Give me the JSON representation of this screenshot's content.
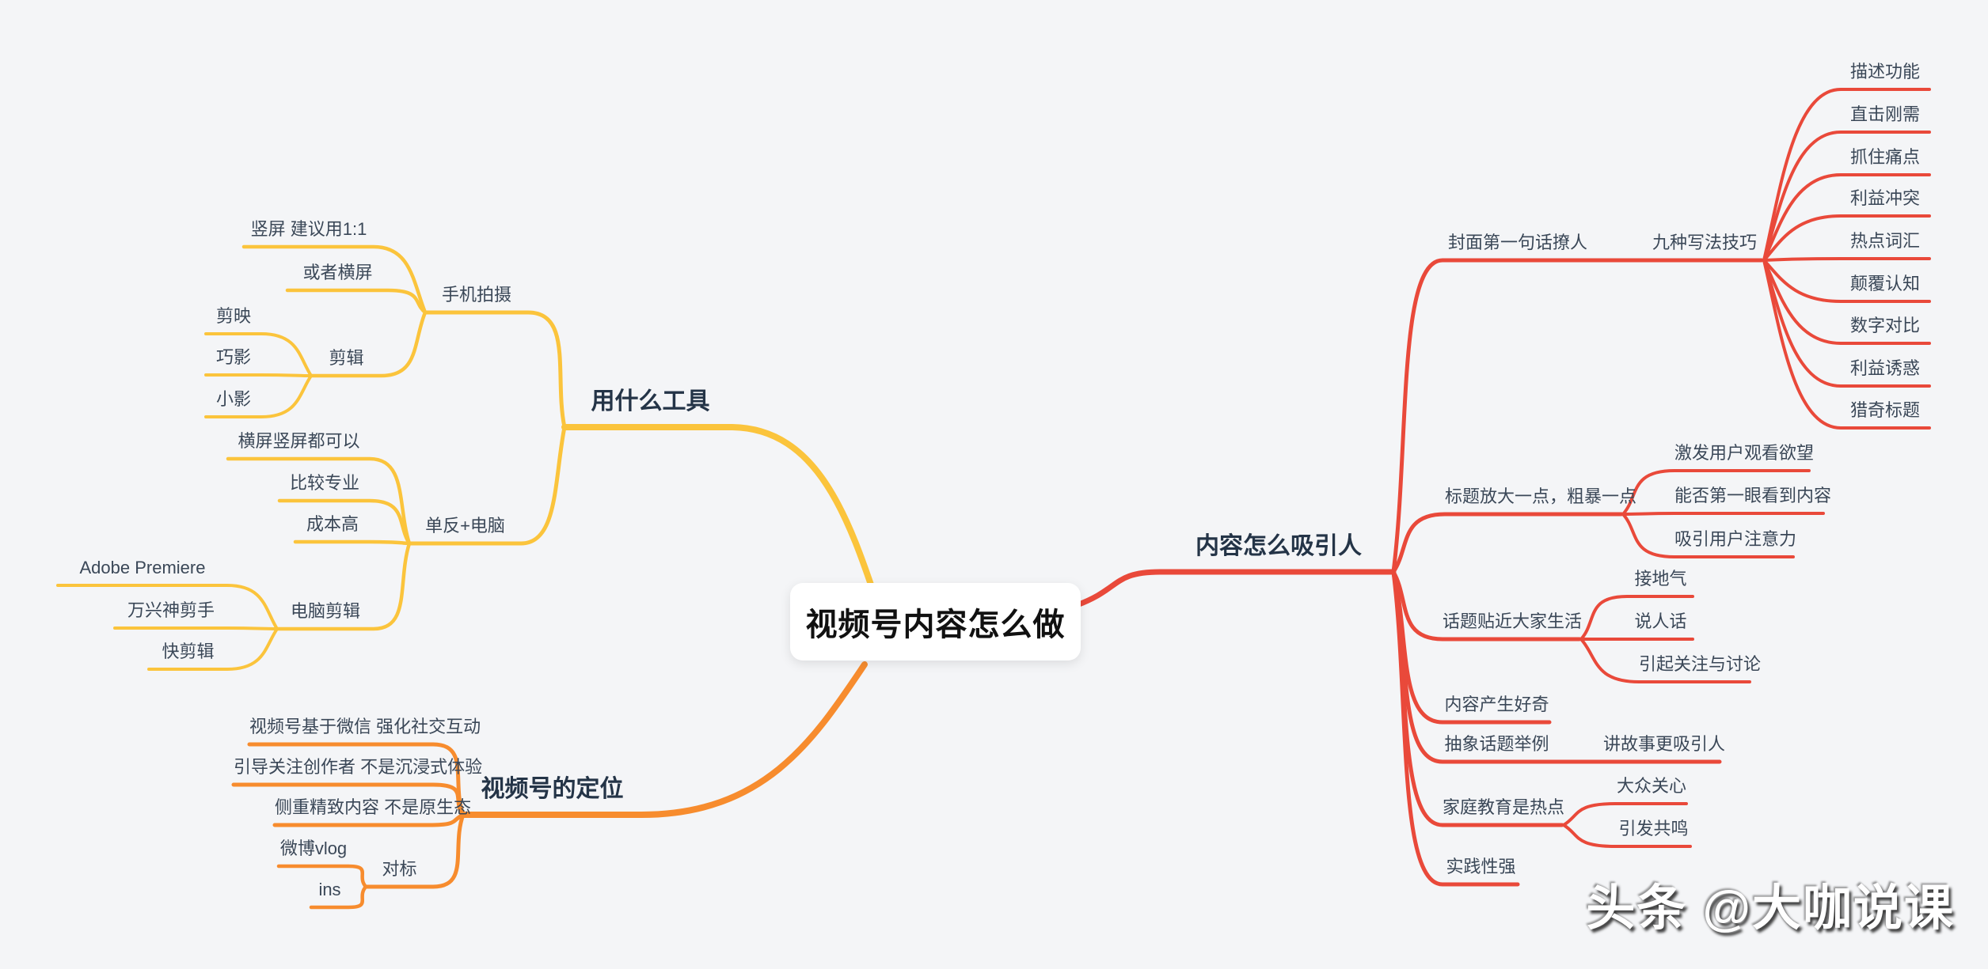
{
  "colors": {
    "background": "#f4f5f7",
    "branch_yellow": "#fbc43c",
    "branch_orange": "#f78c2e",
    "branch_red": "#e9493a",
    "node_text": "#3a4757",
    "main_text": "#243447",
    "central_bg": "#ffffff",
    "central_text": "#111111"
  },
  "central": "视频号内容怎么做",
  "watermark": "头条 @大咖说课",
  "nodes": {
    "tools": "用什么工具",
    "phone": "手机拍摄",
    "vertical": "竖屏 建议用1:1",
    "horizontal": "或者横屏",
    "edit": "剪辑",
    "jianying": "剪映",
    "qiaoying": "巧影",
    "xiaoying": "小影",
    "dslr": "单反+电脑",
    "both": "横屏竖屏都可以",
    "pro": "比较专业",
    "cost": "成本高",
    "pcedit": "电脑剪辑",
    "premiere": "Adobe Premiere",
    "wanxing": "万兴神剪手",
    "kuai": "快剪辑",
    "positioning": "视频号的定位",
    "wechat": "视频号基于微信 强化社交互动",
    "creator": "引导关注创作者 不是沉浸式体验",
    "refined": "侧重精致内容 不是原生态",
    "benchmark": "对标",
    "weibo": "微博vlog",
    "ins": "ins",
    "attract": "内容怎么吸引人",
    "cover": "封面第一句话撩人",
    "nine": "九种写法技巧",
    "n1": "描述功能",
    "n2": "直击刚需",
    "n3": "抓住痛点",
    "n4": "利益冲突",
    "n5": "热点词汇",
    "n6": "颠覆认知",
    "n7": "数字对比",
    "n8": "利益诱惑",
    "n9": "猎奇标题",
    "title_big": "标题放大一点，粗暴一点",
    "desire": "激发用户观看欲望",
    "first_glance": "能否第一眼看到内容",
    "attention": "吸引用户注意力",
    "life": "话题贴近大家生活",
    "grounded": "接地气",
    "human": "说人话",
    "discuss": "引起关注与讨论",
    "curiosity": "内容产生好奇",
    "abstract": "抽象话题举例",
    "story": "讲故事更吸引人",
    "family": "家庭教育是热点",
    "public": "大众关心",
    "resonate": "引发共鸣",
    "practical": "实践性强"
  },
  "hierarchy": {
    "central": [
      "tools",
      "positioning",
      "attract"
    ],
    "tools": [
      "phone",
      "dslr"
    ],
    "phone": [
      "vertical",
      "horizontal",
      "edit"
    ],
    "edit": [
      "jianying",
      "qiaoying",
      "xiaoying"
    ],
    "dslr": [
      "both",
      "pro",
      "cost",
      "pcedit"
    ],
    "pcedit": [
      "premiere",
      "wanxing",
      "kuai"
    ],
    "positioning": [
      "wechat",
      "creator",
      "refined",
      "benchmark"
    ],
    "benchmark": [
      "weibo",
      "ins"
    ],
    "attract": [
      "cover",
      "title_big",
      "life",
      "curiosity",
      "abstract",
      "family",
      "practical"
    ],
    "cover": [
      "nine"
    ],
    "nine": [
      "n1",
      "n2",
      "n3",
      "n4",
      "n5",
      "n6",
      "n7",
      "n8",
      "n9"
    ],
    "title_big": [
      "desire",
      "first_glance",
      "attention"
    ],
    "life": [
      "grounded",
      "human",
      "discuss"
    ],
    "abstract": [
      "story"
    ],
    "family": [
      "public",
      "resonate"
    ]
  }
}
